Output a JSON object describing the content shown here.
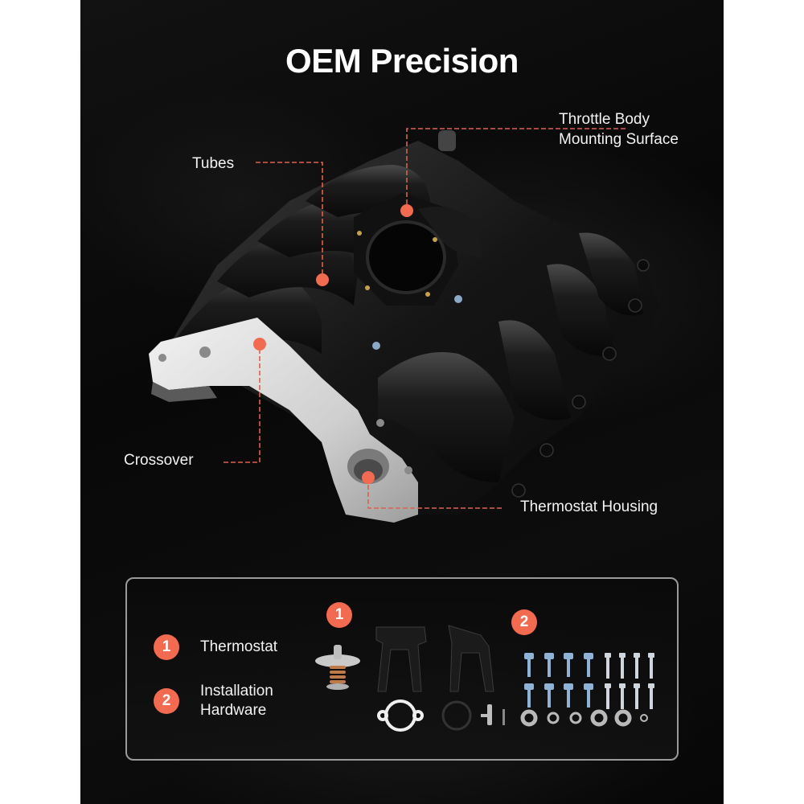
{
  "header": {
    "title": "OEM Precision"
  },
  "callouts": [
    {
      "id": "tubes",
      "label_lines": [
        "Tubes"
      ]
    },
    {
      "id": "throttle-body",
      "label_lines": [
        "Throttle Body",
        "Mounting Surface"
      ]
    },
    {
      "id": "crossover",
      "label_lines": [
        "Crossover"
      ]
    },
    {
      "id": "thermostat-housing",
      "label_lines": [
        "Thermostat Housing"
      ]
    }
  ],
  "parts_box": {
    "legend": [
      {
        "number": "1",
        "label_lines": [
          "Thermostat"
        ]
      },
      {
        "number": "2",
        "label_lines": [
          "Installation",
          "Hardware"
        ]
      }
    ],
    "group_badges": [
      {
        "number": "1"
      },
      {
        "number": "2"
      }
    ]
  },
  "colors": {
    "accent": "#f26a50",
    "background": "#0a0a0a",
    "text": "#f2f2f2",
    "box_border": "#9a9a9a"
  }
}
